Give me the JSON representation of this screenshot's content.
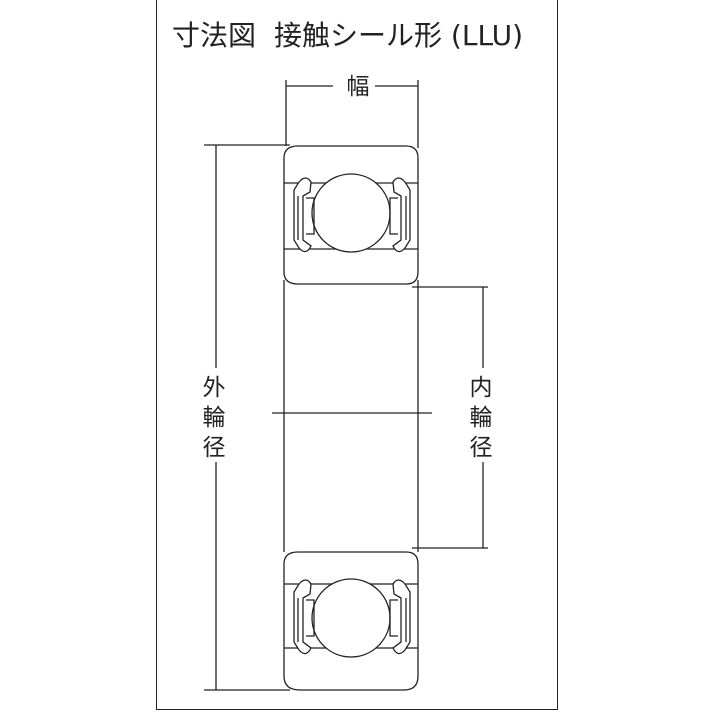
{
  "title": {
    "main": "寸法図",
    "sub": "接触シール形 (LLU)"
  },
  "labels": {
    "width": "幅",
    "outer_diameter": [
      "外",
      "輪",
      "径"
    ],
    "inner_diameter": [
      "内",
      "輪",
      "径"
    ]
  },
  "colors": {
    "line": "#222222",
    "background": "#ffffff"
  }
}
